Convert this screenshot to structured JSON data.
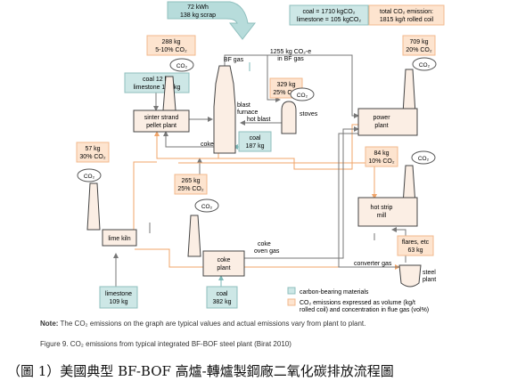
{
  "top_banner": {
    "kwh": "72 kWh",
    "scrap": "138 kg scrap"
  },
  "totals_inputs": {
    "coal": "coal = 1710 kgCO₂",
    "limestone": "limestone = 105 kgCO₂"
  },
  "totals_output": {
    "line1": "total CO₂ emission:",
    "line2": "1815 kg/t rolled coil"
  },
  "emissions": {
    "sinter": [
      "288 kg",
      "5-10% CO₂"
    ],
    "power": [
      "709 kg",
      "20% CO₂"
    ],
    "bf_stoves": [
      "329 kg",
      "25% CO₂"
    ],
    "lime": [
      "57 kg",
      "30% CO₂"
    ],
    "coke": [
      "265 kg",
      "25% CO₂"
    ],
    "hot_strip": [
      "84 kg",
      "10% CO₂"
    ],
    "steel": [
      "flares, etc",
      "63 kg"
    ]
  },
  "inputs": {
    "sinter": [
      "coal 12 kg",
      "limestone 133 kg"
    ],
    "bf_coal": [
      "coal",
      "187 kg"
    ],
    "lime_kiln": [
      "limestone",
      "109 kg"
    ],
    "coke_plant": [
      "coal",
      "382 kg"
    ]
  },
  "co2_bubble": "CO₂",
  "units": {
    "sinter": [
      "sinter strand",
      "pellet plant"
    ],
    "power": [
      "power",
      "plant"
    ],
    "lime": "lime kiln",
    "coke": [
      "coke",
      "plant"
    ],
    "hot_strip": [
      "hot strip",
      "mill"
    ],
    "steel": [
      "steel",
      "plant"
    ]
  },
  "labels": {
    "bf_gas": "BF gas",
    "bf_gas_amount": [
      "1255 kg CO₂-e",
      "in BF gas"
    ],
    "blast_furnace": [
      "blast",
      "furnace"
    ],
    "hot_blast": "hot blast",
    "stoves": "stoves",
    "coke": "coke",
    "coke_oven_gas": [
      "coke",
      "oven gas"
    ],
    "converter_gas": "converter gas"
  },
  "legend": {
    "carbon": "carbon-bearing materials",
    "co2": [
      "CO₂ emissions expressed as volume (kg/t",
      "rolled coil) and concentration in flue gas (vol%)"
    ]
  },
  "colors": {
    "teal_box": "#cde7e6",
    "teal_border": "#8fbfbe",
    "peach_box": "#fde4cf",
    "peach_border": "#f2b98c",
    "stack": "#fbeee4",
    "stack_border": "#444444",
    "arrow_grey": "#777777",
    "arrow_orange": "#f0a468",
    "arrow_teal": "#7eb9b8"
  },
  "note_bold": "Note:",
  "note_text": "The CO₂ emissions on the graph are typical values and actual emissions vary from plant to plant.",
  "figure_caption": "Figure 9. CO₂ emissions from typical integrated BF-BOF steel plant (Birat 2010)",
  "chinese_caption": "（圖 1）美國典型 BF-BOF 高爐-轉爐製鋼廠二氧化碳排放流程圖"
}
